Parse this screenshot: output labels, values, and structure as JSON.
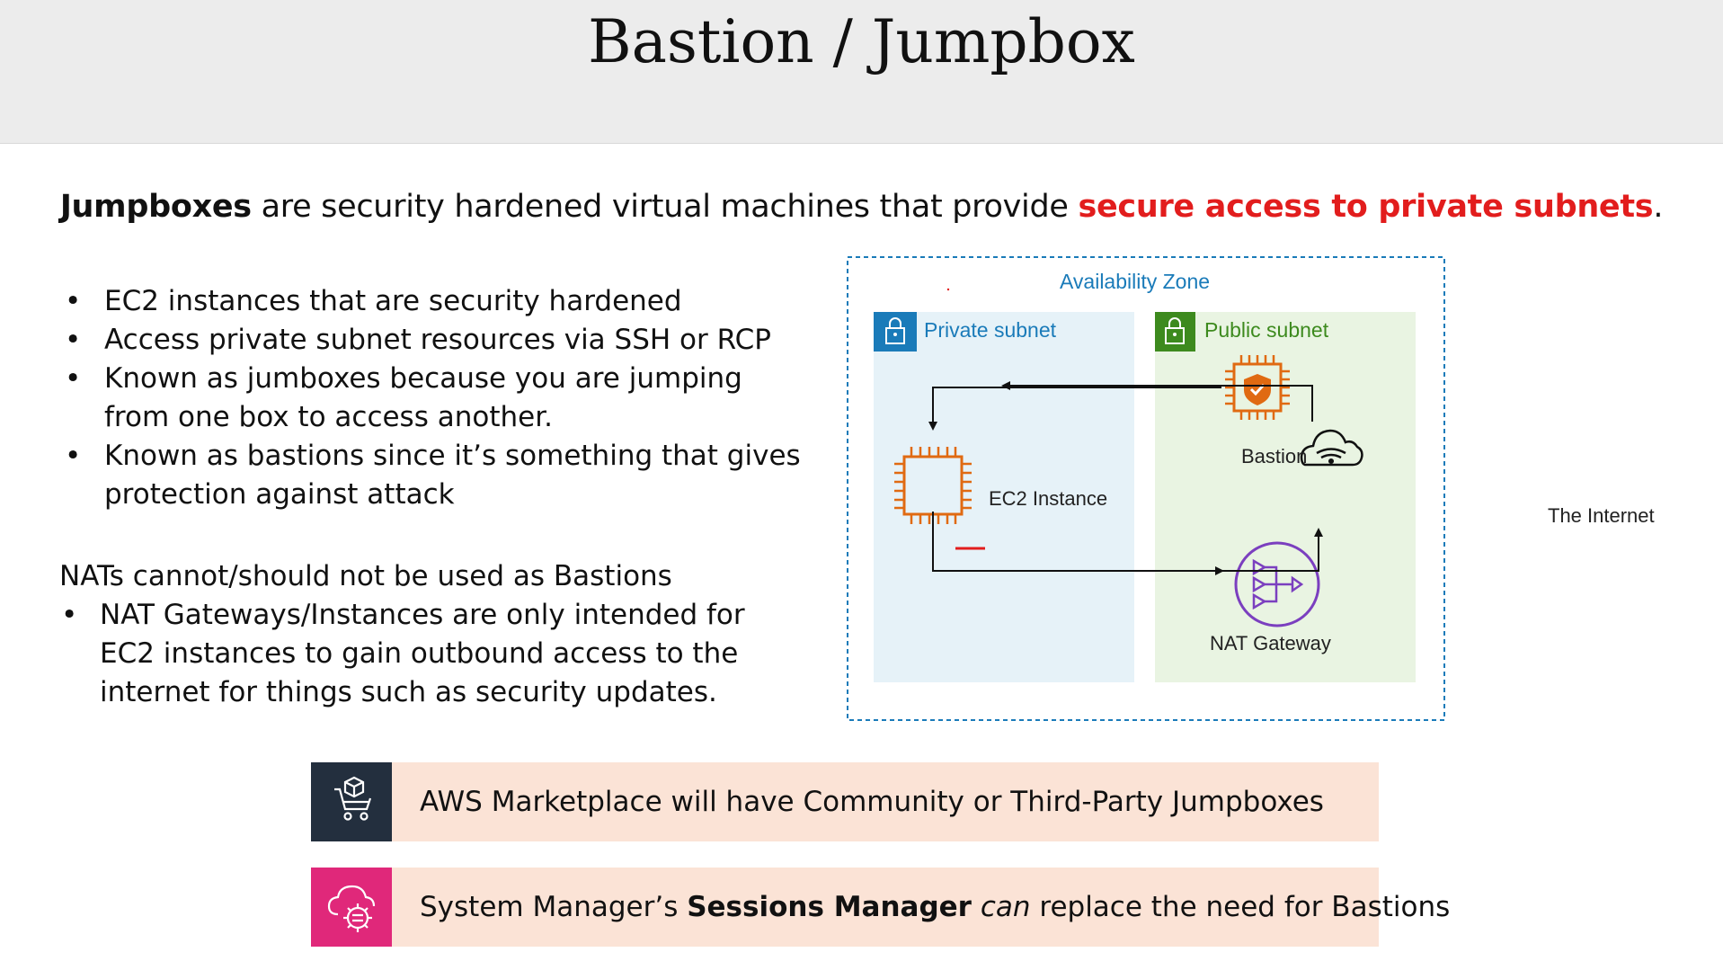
{
  "header": {
    "title": "Bastion / Jumpbox"
  },
  "intro": {
    "bold": "Jumpboxes",
    "middle": " are security hardened virtual machines that provide ",
    "highlight": "secure access to private subnets",
    "end": "."
  },
  "bullets": [
    "EC2 instances that are security hardened",
    "Access private subnet resources via SSH or RCP",
    "Known as jumboxes because you are jumping from one box to access another.",
    "Known as bastions since it’s something that gives protection against attack"
  ],
  "nat": {
    "title": "NATs cannot/should not be used as Bastions",
    "bullets": [
      "NAT Gateways/Instances are only intended for EC2 instances to gain outbound access to the internet for things such as security updates."
    ]
  },
  "diagram": {
    "zone_label": "Availability Zone",
    "private_subnet_label": "Private subnet",
    "public_subnet_label": "Public subnet",
    "bastion_label": "Bastion",
    "ec2_label": "EC2 Instance",
    "nat_label": "NAT Gateway",
    "internet_label": "The Internet",
    "colors": {
      "zone_border": "#1a7bb9",
      "private_bg": "#e6f2f8",
      "public_bg": "#e9f4e2",
      "private_accent": "#1a7bb9",
      "public_accent": "#3d8a1e",
      "compute_orange": "#e06a12",
      "nat_purple": "#7b3fbf"
    },
    "icons": [
      "lock-icon",
      "shield-chip-icon",
      "chip-icon",
      "nat-gateway-icon",
      "cloud-icon"
    ]
  },
  "callouts": [
    {
      "icon": "marketplace-cart-icon",
      "icon_bg": "#232f3e",
      "text": "AWS Marketplace will have Community or Third-Party Jumpboxes"
    },
    {
      "icon": "cloud-gear-icon",
      "icon_bg": "#e0287a",
      "text_pre": "System Manager’s ",
      "text_bold": "Sessions Manager",
      "text_space": " ",
      "text_italic": "can",
      "text_post": " replace the need for Bastions"
    }
  ]
}
